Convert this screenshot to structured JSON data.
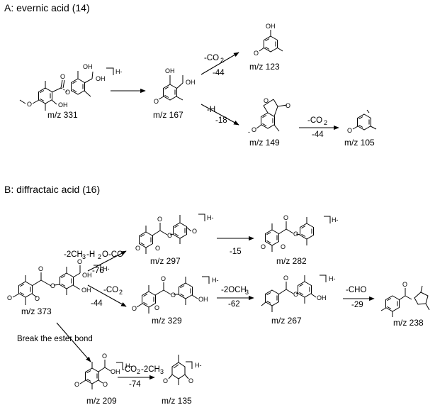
{
  "panel_a": {
    "header": "A: evernic acid (14)",
    "mz": {
      "m331": "m/z 331",
      "m167": "m/z 167",
      "m123": "m/z 123",
      "m149": "m/z 149",
      "m105": "m/z 105"
    },
    "labels": {
      "co2_top": "-CO",
      "co2_top_loss": "-44",
      "h2o": "-H",
      "h2o_loss": "-18",
      "co2_right": "-CO",
      "co2_right_loss": "-44"
    }
  },
  "panel_b": {
    "header": "B: diffractaic acid (16)",
    "mz": {
      "m373": "m/z 373",
      "m297": "m/z 297",
      "m282": "m/z 282",
      "m329": "m/z 329",
      "m267": "m/z 267",
      "m238": "m/z 238",
      "m209": "m/z 209",
      "m135": "m/z 135"
    },
    "labels": {
      "loss_ch3": "-2CH",
      "loss_76": "-76",
      "loss_15": "-15",
      "co2": "-CO",
      "loss_44": "-44",
      "och3": "-2OCH",
      "loss_62": "-62",
      "cho": "-CHO",
      "loss_29": "-29",
      "ester": "Break the ester bond",
      "co2_2ch3": "-CO",
      "loss_74": "-74"
    }
  },
  "atoms": {
    "oh": "OH",
    "o": "O",
    "o_minus": "O",
    "h_minus": "H-",
    "minus": "-"
  }
}
